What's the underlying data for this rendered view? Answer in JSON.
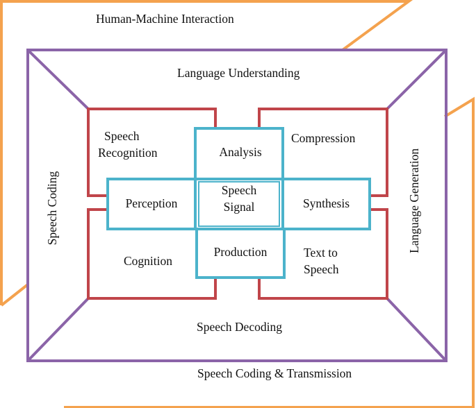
{
  "colors": {
    "outer": "#F4A24E",
    "frame": "#8B64A8",
    "inner": "#C0454A",
    "core": "#4CB3CB",
    "text": "#111111"
  },
  "labels": {
    "human_machine": "Human-Machine Interaction",
    "language_understanding": "Language Understanding",
    "speech_coding": "Speech Coding",
    "language_generation": "Language Generation",
    "speech_decoding": "Speech Decoding",
    "coding_transmission": "Speech Coding & Transmission",
    "speech_recognition": [
      "Speech",
      "Recognition"
    ],
    "compression": "Compression",
    "cognition": "Cognition",
    "text_to_speech": [
      "Text to",
      "Speech"
    ],
    "analysis": "Analysis",
    "perception": "Perception",
    "speech_signal": [
      "Speech",
      "Signal"
    ],
    "synthesis": "Synthesis",
    "production": "Production"
  }
}
